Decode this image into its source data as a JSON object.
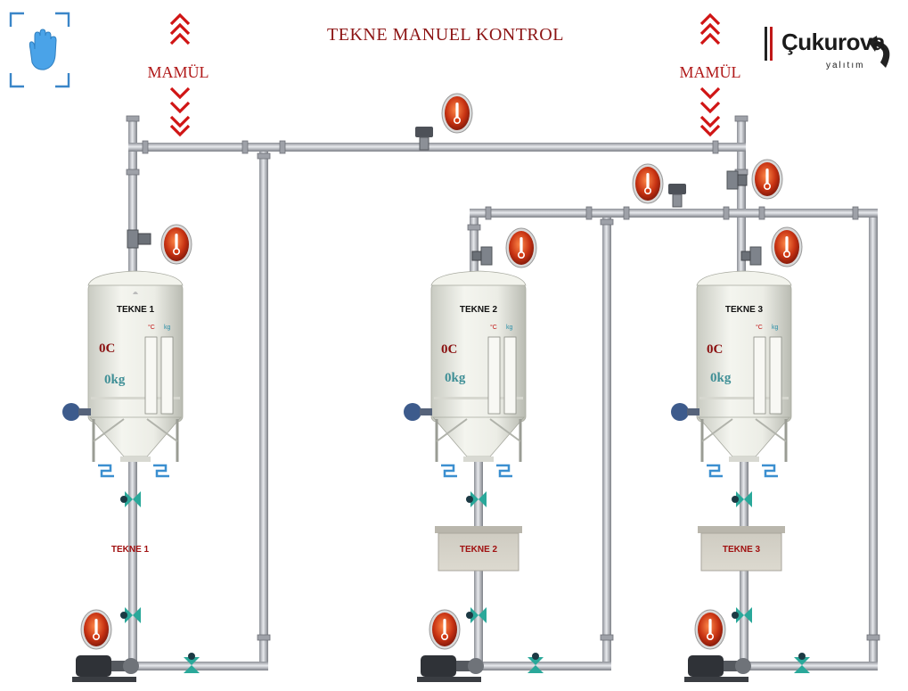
{
  "header": {
    "title": "TEKNE MANUEL KONTROL",
    "mode_icon": "hand-icon"
  },
  "product_inlets": [
    {
      "label": "MAMÜL"
    },
    {
      "label": "MAMÜL"
    }
  ],
  "logo": {
    "brand": "Çukurova",
    "tagline": "yalıtım"
  },
  "tanks": [
    {
      "name": "TEKNE 1",
      "temperature": "0C",
      "weight": "0kg",
      "unit_temp": "°C",
      "unit_weight": "kg",
      "bottom_label": "TEKNE 1"
    },
    {
      "name": "TEKNE 2",
      "temperature": "0C",
      "weight": "0kg",
      "unit_temp": "°C",
      "unit_weight": "kg",
      "bottom_label": "TEKNE 2"
    },
    {
      "name": "TEKNE 3",
      "temperature": "0C",
      "weight": "0kg",
      "unit_temp": "°C",
      "unit_weight": "kg",
      "bottom_label": "TEKNE 3"
    }
  ],
  "colors": {
    "title": "#8c1414",
    "arrow": "#d01515",
    "pipe": "#b9bcc2",
    "temp_text": "#8a1010",
    "weight_text": "#3f8f96",
    "thermometer_badge": "#c0391b",
    "valve": "#2aa89a",
    "accent_blue": "#3a86c8"
  },
  "icons": [
    "hand-icon",
    "thermometer-icon",
    "actuator-valve-icon",
    "butterfly-valve-icon",
    "pump-icon",
    "load-cell-icon",
    "motor-icon"
  ]
}
